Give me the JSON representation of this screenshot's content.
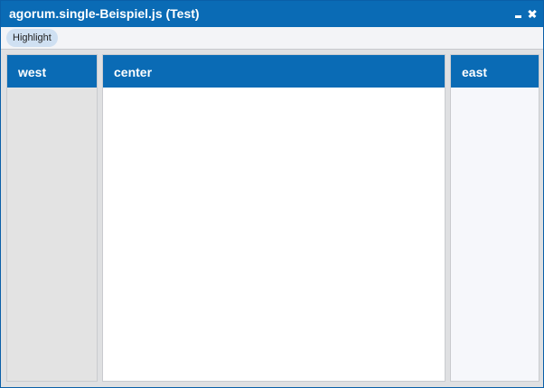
{
  "window": {
    "title": "agorum.single-Beispiel.js (Test)",
    "icons": {
      "minimize": "minimize-icon",
      "close": "close-icon"
    }
  },
  "toolbar": {
    "highlight_label": "Highlight"
  },
  "panels": {
    "west": {
      "title": "west"
    },
    "center": {
      "title": "center"
    },
    "east": {
      "title": "east"
    }
  },
  "colors": {
    "header_blue": "#0a6bb5",
    "west_bg": "#e3e3e3",
    "center_bg": "#ffffff",
    "east_bg": "#f6f7fb",
    "highlight_bg": "#cfe0f2"
  }
}
